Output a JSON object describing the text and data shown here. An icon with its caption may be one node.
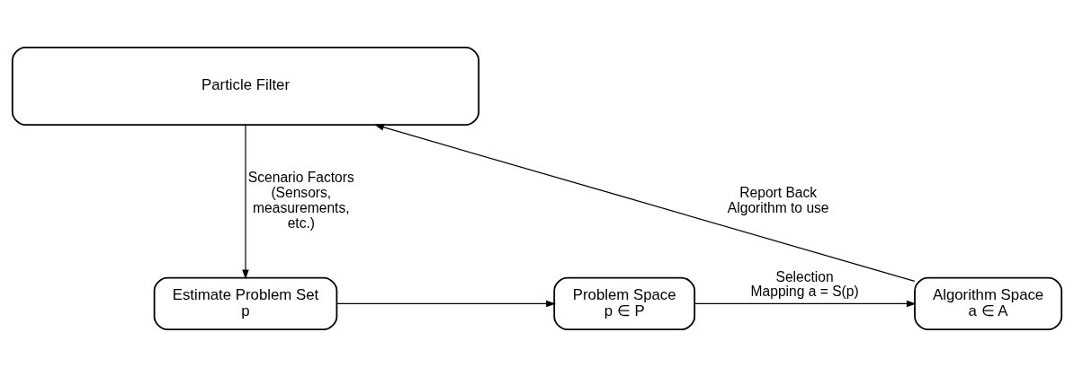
{
  "diagram": {
    "nodes": [
      {
        "text": [
          "Particle Filter"
        ]
      },
      {
        "text": [
          "Estimate Problem Set",
          "p"
        ]
      },
      {
        "text": [
          "Problem Space",
          "p ∈ P"
        ]
      },
      {
        "text": [
          "Algorithm Space",
          "a ∈ A"
        ]
      }
    ],
    "edges": [
      {
        "from": 0,
        "to": 1,
        "arrow": "to",
        "label": "Scenario Factors (Sensors, measurements, etc.)"
      },
      {
        "from": 1,
        "to": 2,
        "arrow": "to"
      },
      {
        "from": 2,
        "to": 3,
        "arrow": "to",
        "label": "Selection Mapping a = S(p)"
      },
      {
        "from": 3,
        "to": 0,
        "arrow": "to",
        "label": "Report Back Algorithm to use"
      }
    ]
  }
}
